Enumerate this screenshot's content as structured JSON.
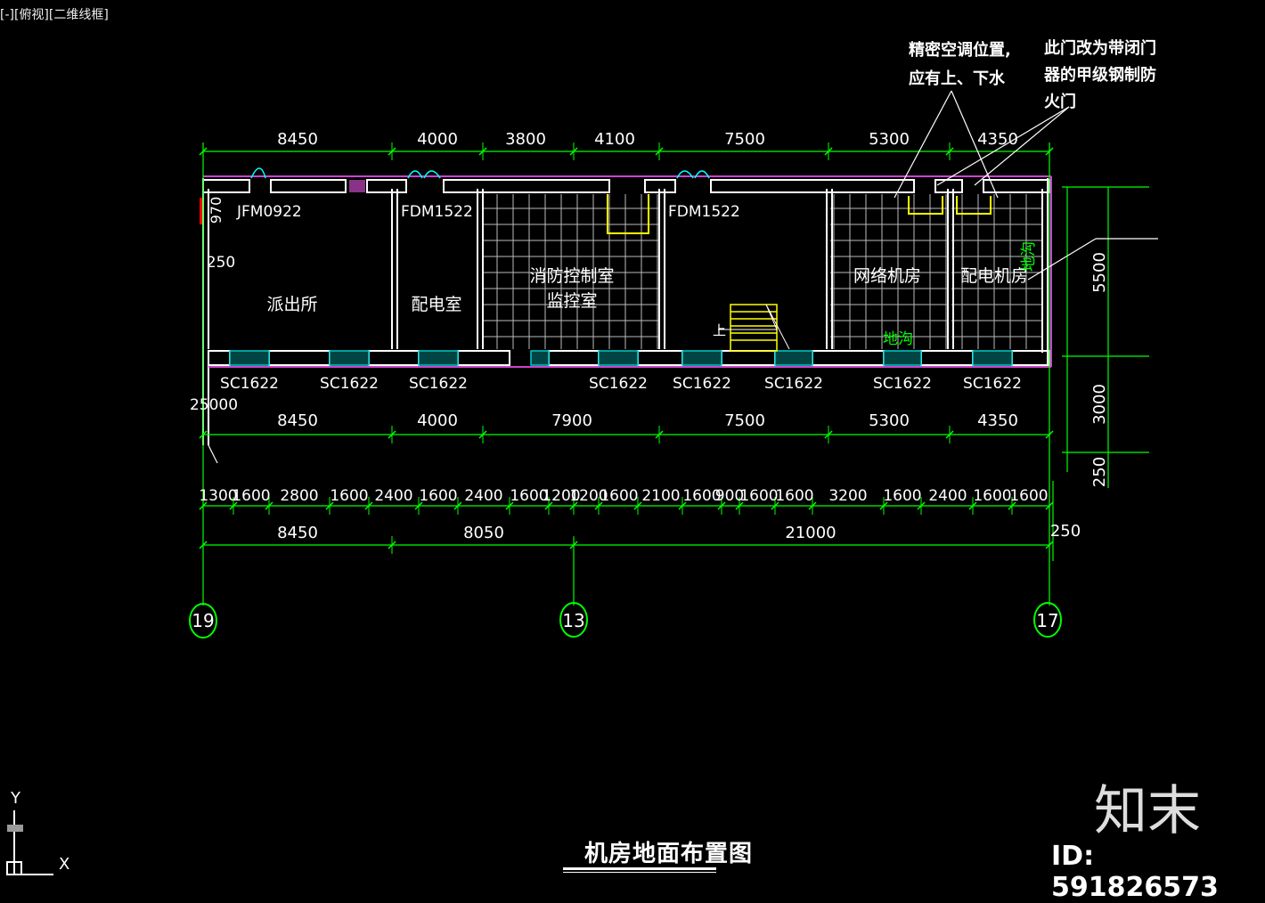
{
  "viewport": {
    "label": "[-][俯视][二维线框]"
  },
  "top_dimensions": [
    "8450",
    "4000",
    "3800",
    "4100",
    "7500",
    "5300",
    "4350"
  ],
  "bottom_dimensions": [
    "8450",
    "4000",
    "7900",
    "7500",
    "5300",
    "4350"
  ],
  "sub_dimensions": [
    "1300",
    "1600",
    "2800",
    "1600",
    "2400",
    "1600",
    "2400",
    "1600",
    "1200",
    "1200",
    "1600",
    "2100",
    "1600",
    "900",
    "1600",
    "1600",
    "3200",
    "1600",
    "2400",
    "1600",
    "1600"
  ],
  "total_dimensions": [
    "8450",
    "8050",
    "21000"
  ],
  "right_dimensions": [
    "5500",
    "3000",
    "250"
  ],
  "left_dimensions": [
    "970",
    "250",
    "25000"
  ],
  "right_extra_dimension": "250",
  "grid_axes": [
    "19",
    "13",
    "17"
  ],
  "rooms": {
    "police": "派出所",
    "power": "配电室",
    "fire_line1": "消防控制室",
    "fire_line2": "监控室",
    "network": "网络机房",
    "power_machine": "配电机房"
  },
  "door_labels": {
    "jfm": "JFM0922",
    "fdm1": "FDM1522",
    "fdm2": "FDM1522"
  },
  "window_labels": [
    "SC1622",
    "SC1622",
    "SC1622",
    "SC1622",
    "SC1622",
    "SC1622",
    "SC1622",
    "SC1622"
  ],
  "stair_label": "上",
  "trench_labels": [
    "地沟",
    "地沟"
  ],
  "notes": {
    "ac_line1": "精密空调位置,",
    "ac_line2": "应有上、下水",
    "door_line1": "此门改为带闭门",
    "door_line2": "器的甲级钢制防",
    "door_line3": "火门"
  },
  "title": "机房地面布置图",
  "ucs": {
    "x": "X",
    "y": "Y"
  },
  "brand": "知末",
  "image_id": "ID: 591826573",
  "colors": {
    "dimension": "#00ff00",
    "wall": "#ffffff",
    "wall_accent": "#cc44cc",
    "window": "#00cccc",
    "door": "#00ffff",
    "highlight": "#ffff00",
    "grid_fill": "#ffffff"
  }
}
